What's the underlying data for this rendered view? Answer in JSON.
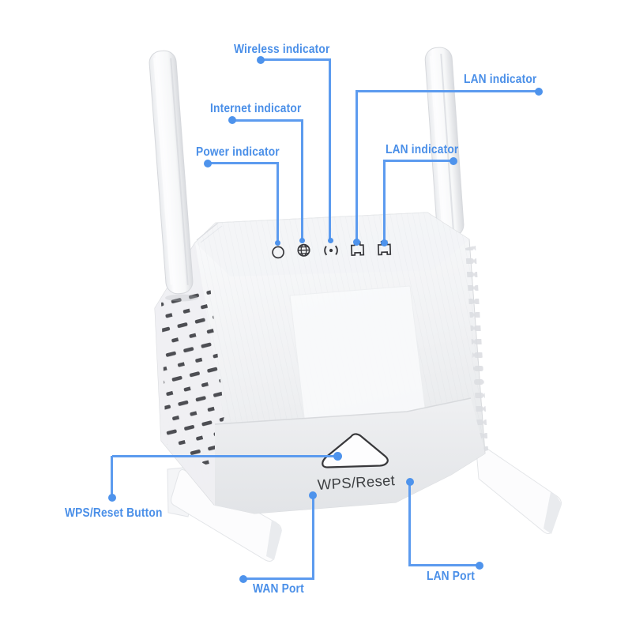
{
  "page": {
    "background": "#ffffff",
    "description": "Annotated product photo of a white dual-antenna WiFi repeater range extender with blue callout labels"
  },
  "colors": {
    "label_text": "#4a8fe8",
    "leader_line": "#5c9bef",
    "leader_dot": "#4e93ec",
    "icon_stroke": "#39393d",
    "button_outline": "#38383b",
    "body_shade": "#f1f2f4"
  },
  "callouts": {
    "wireless": {
      "label": "Wireless indicator"
    },
    "lan_top": {
      "label": "LAN indicator"
    },
    "internet": {
      "label": "Internet indicator"
    },
    "power": {
      "label": "Power indicator"
    },
    "lan_mid": {
      "label": "LAN indicator"
    },
    "wps_button": {
      "label": "WPS/Reset Button"
    },
    "wan_port": {
      "label": "WAN Port"
    },
    "lan_port": {
      "label": "LAN Port"
    }
  },
  "device": {
    "button_label": "WPS/Reset",
    "led_icons": [
      {
        "name": "power-led-icon",
        "glyph": "circle-outline"
      },
      {
        "name": "internet-led-icon",
        "glyph": "globe"
      },
      {
        "name": "wireless-led-icon",
        "glyph": "dot-with-side-waves"
      },
      {
        "name": "lan-led-icon-1",
        "glyph": "ethernet-port-square"
      },
      {
        "name": "lan-led-icon-2",
        "glyph": "ethernet-port-square"
      }
    ]
  }
}
